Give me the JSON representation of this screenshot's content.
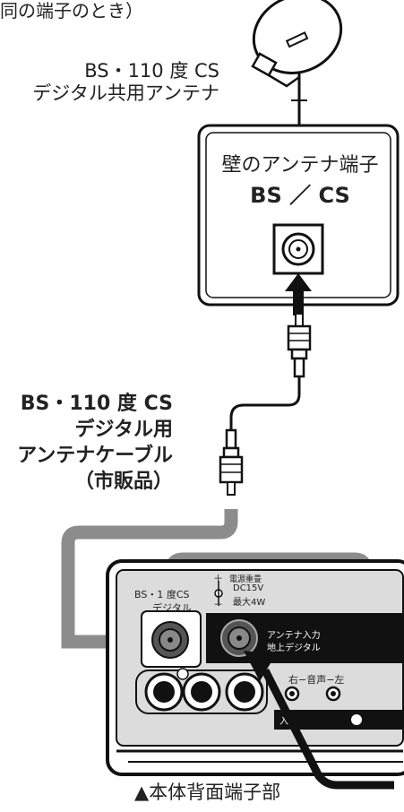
{
  "top_label": "同の端子のとき）",
  "antenna": {
    "label_line1": "BS・110 度 CS",
    "label_line2": "デジタル共用アンテナ"
  },
  "wall_outlet": {
    "title": "壁のアンテナ端子",
    "subtitle": "BS ／ CS"
  },
  "cable": {
    "line1": "BS・110 度 CS",
    "line2": "デジタル用",
    "line3": "アンテナケーブル",
    "line4": "（市販品）"
  },
  "panel": {
    "bs_label_line1": "BS・1 度CS",
    "bs_label_line2": "デジタル",
    "power_line1": "電源重畳",
    "power_line2": "DC15V",
    "power_line3": "最大4W",
    "plus": "＋",
    "minus": "－",
    "antenna_in_line1": "アンテナ入力",
    "antenna_in_line2": "地上デジタル",
    "audio_label": "右−音声−左",
    "input_label": "入"
  },
  "caption": "▲本体背面端子部",
  "colors": {
    "line": "#111111",
    "gray_arrow": "#8c8c8c",
    "panel_bg": "#dcdcdc",
    "black_box": "#111111"
  }
}
